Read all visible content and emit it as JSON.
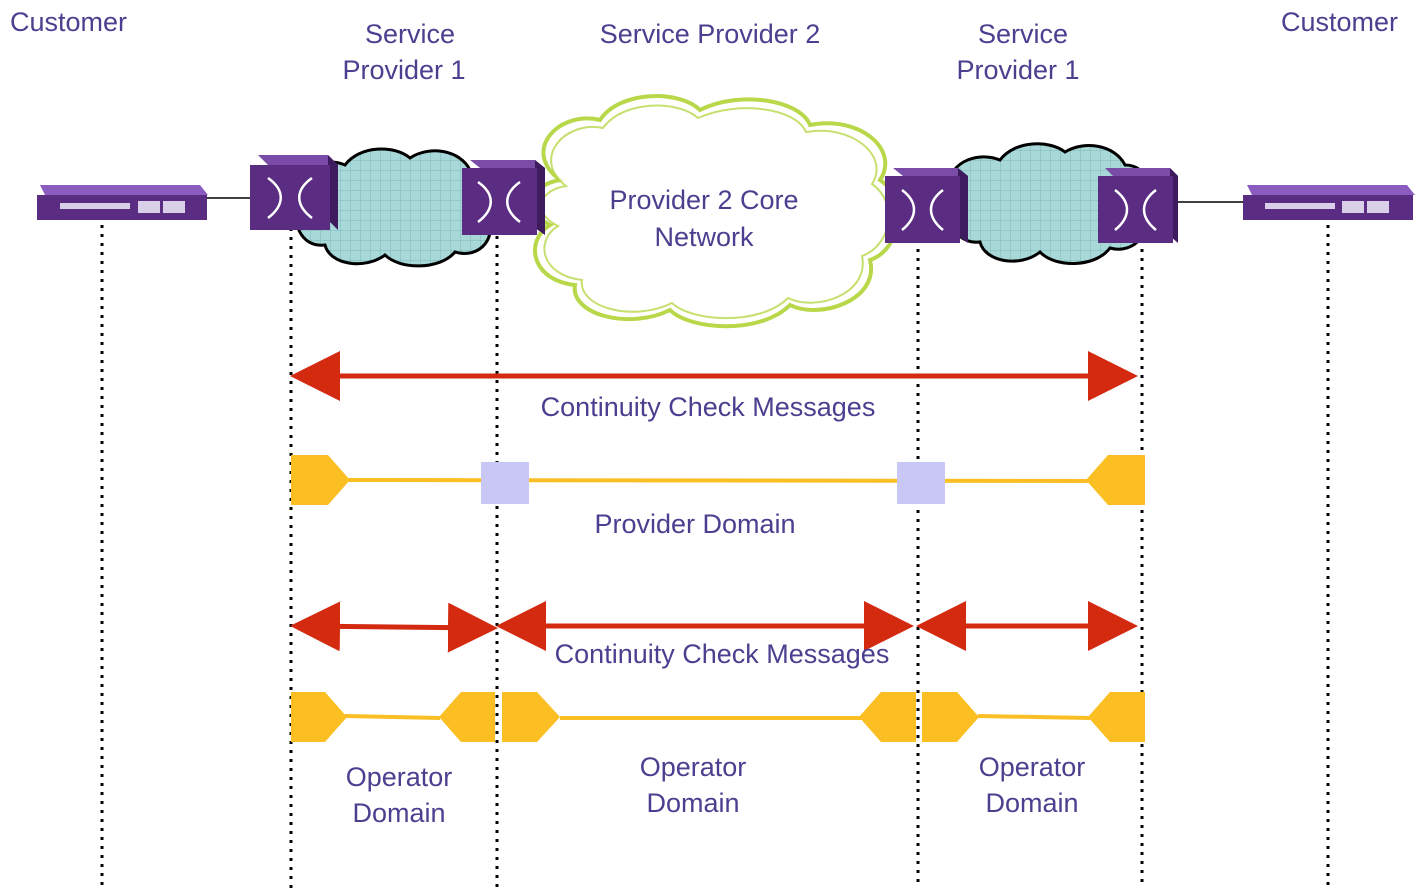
{
  "labels": {
    "customer_left": "Customer",
    "sp1_left_line1": "Service",
    "sp1_left_line2": "Provider 1",
    "sp2": "Service Provider 2",
    "sp1_right_line1": "Service",
    "sp1_right_line2": "Provider 1",
    "customer_right": "Customer",
    "core_line1": "Provider 2 Core",
    "core_line2": "Network",
    "ccm_top": "Continuity Check Messages",
    "provider_domain": "Provider Domain",
    "ccm_bottom": "Continuity Check Messages",
    "operator1_line1": "Operator",
    "operator1_line2": "Domain",
    "operator2_line1": "Operator",
    "operator2_line2": "Domain",
    "operator3_line1": "Operator",
    "operator3_line2": "Domain"
  },
  "colors": {
    "text_purple": "#4b3f8f",
    "switch_purple": "#5b2d82",
    "cloud_teal": "#a8d8d8",
    "cloud_green": "#b8d84a",
    "arrow_red": "#d42a10",
    "domain_yellow": "#fbbf24",
    "mip_lavender": "#c9c8f5"
  }
}
